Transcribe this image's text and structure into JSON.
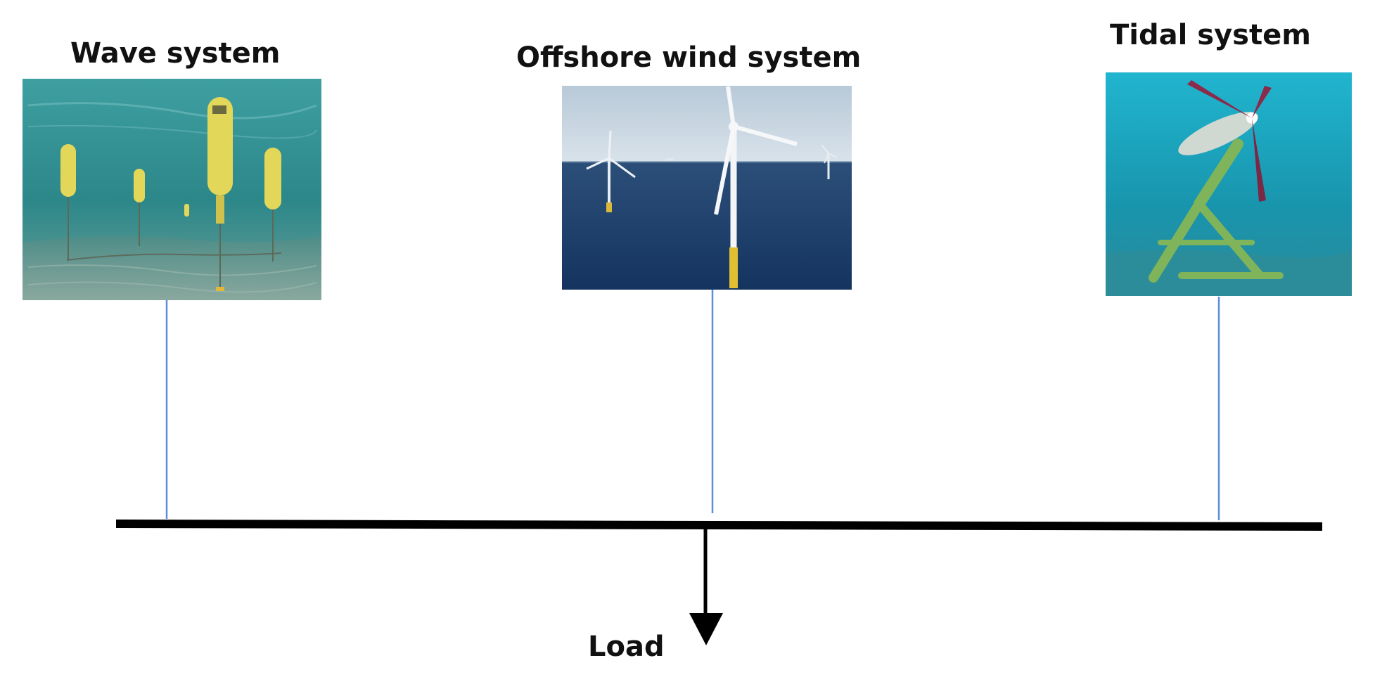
{
  "colors": {
    "background": "#ffffff",
    "connector_line": "#5b8fd9",
    "bus_bar": "#000000",
    "label_text": "#111111",
    "wave_water": "#2f8f93",
    "wind_sea": "#1c3f6e",
    "wind_sky": "#c7d6e3",
    "tidal_water": "#1d9fb8",
    "device_yellow": "#e3d75a"
  },
  "sources": [
    {
      "id": "wave",
      "label": "Wave system",
      "picture": "wave-energy-buoys-underwater"
    },
    {
      "id": "wind",
      "label": "Offshore wind system",
      "picture": "offshore-wind-turbines-at-sea"
    },
    {
      "id": "tidal",
      "label": "Tidal system",
      "picture": "tidal-turbine-on-seabed"
    }
  ],
  "load": {
    "label": "Load",
    "icon": "arrow-down-icon"
  },
  "bus": {
    "icon": "bus-bar-line"
  }
}
